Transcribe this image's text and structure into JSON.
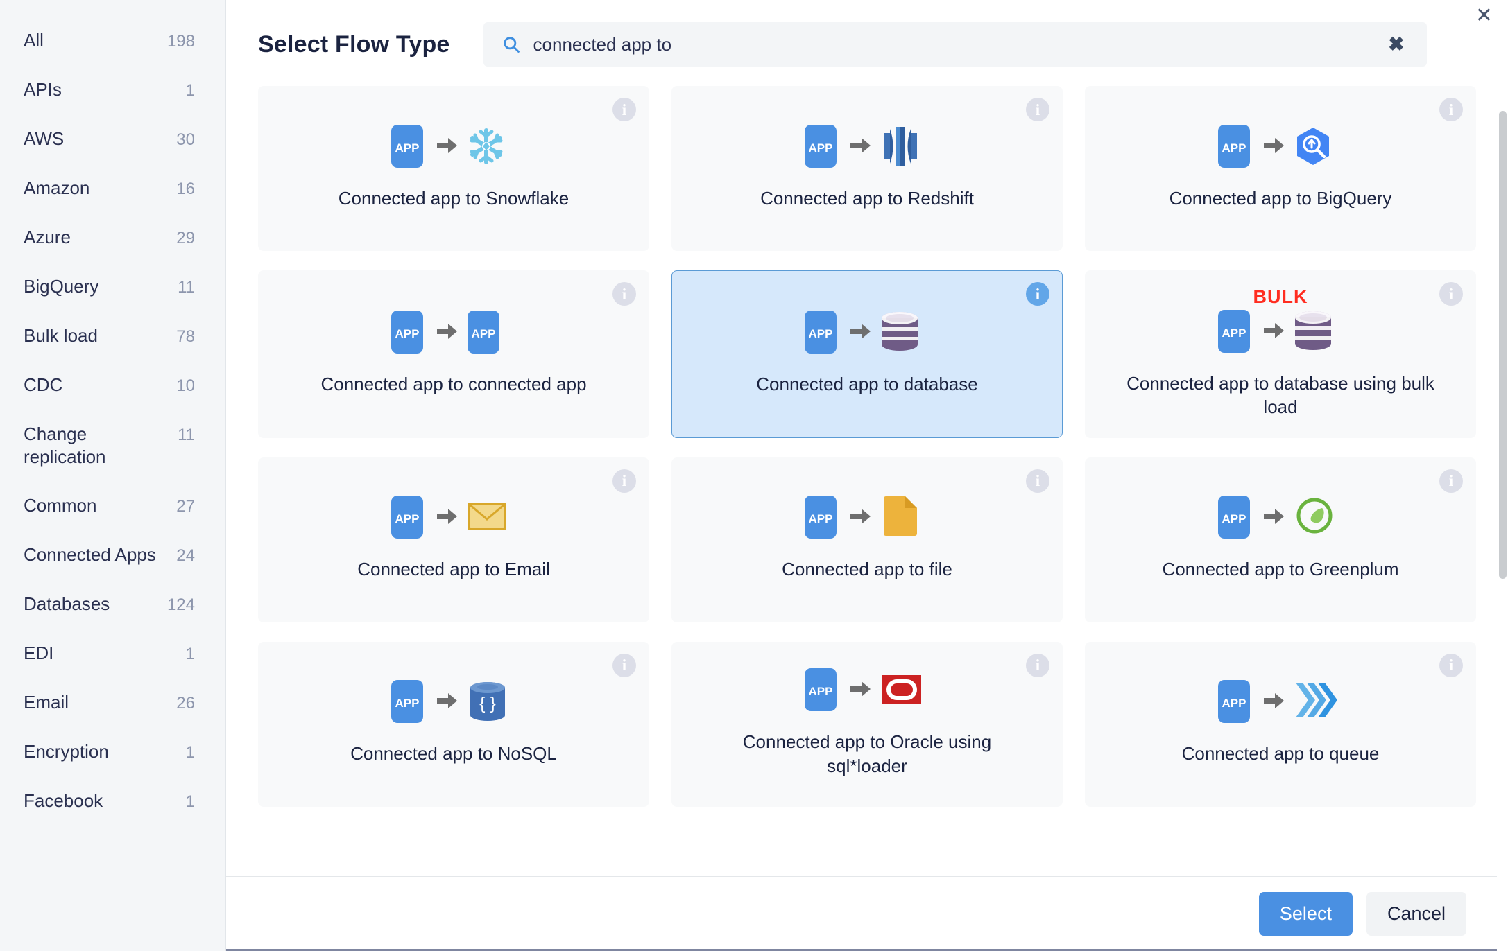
{
  "dialog": {
    "title": "Select Flow Type",
    "close_icon": "close-icon"
  },
  "search": {
    "icon": "search-icon",
    "value": "connected app to",
    "placeholder": "",
    "clear_icon": "×",
    "clear_glyph": "✖"
  },
  "sidebar": {
    "items": [
      {
        "label": "All",
        "count": "198"
      },
      {
        "label": "APIs",
        "count": "1"
      },
      {
        "label": "AWS",
        "count": "30"
      },
      {
        "label": "Amazon",
        "count": "16"
      },
      {
        "label": "Azure",
        "count": "29"
      },
      {
        "label": "BigQuery",
        "count": "11"
      },
      {
        "label": "Bulk load",
        "count": "78"
      },
      {
        "label": "CDC",
        "count": "10"
      },
      {
        "label": "Change replication",
        "count": "11"
      },
      {
        "label": "Common",
        "count": "27"
      },
      {
        "label": "Connected Apps",
        "count": "24"
      },
      {
        "label": "Databases",
        "count": "124"
      },
      {
        "label": "EDI",
        "count": "1"
      },
      {
        "label": "Email",
        "count": "26"
      },
      {
        "label": "Encryption",
        "count": "1"
      },
      {
        "label": "Facebook",
        "count": "1"
      }
    ]
  },
  "grid": {
    "info_glyph": "i",
    "cards": [
      {
        "label": "Connected app to Snowflake",
        "icon": "app-to-snowflake-icon",
        "target": "snowflake",
        "selected": false,
        "tag": ""
      },
      {
        "label": "Connected app to Redshift",
        "icon": "app-to-redshift-icon",
        "target": "redshift",
        "selected": false,
        "tag": ""
      },
      {
        "label": "Connected app to BigQuery",
        "icon": "app-to-bigquery-icon",
        "target": "bigquery",
        "selected": false,
        "tag": ""
      },
      {
        "label": "Connected app to connected app",
        "icon": "app-to-app-icon",
        "target": "app",
        "selected": false,
        "tag": ""
      },
      {
        "label": "Connected app to database",
        "icon": "app-to-database-icon",
        "target": "database",
        "selected": true,
        "tag": ""
      },
      {
        "label": "Connected app to database using bulk load",
        "icon": "app-to-database-bulk-icon",
        "target": "database",
        "selected": false,
        "tag": "BULK"
      },
      {
        "label": "Connected app to Email",
        "icon": "app-to-email-icon",
        "target": "email",
        "selected": false,
        "tag": ""
      },
      {
        "label": "Connected app to file",
        "icon": "app-to-file-icon",
        "target": "file",
        "selected": false,
        "tag": ""
      },
      {
        "label": "Connected app to Greenplum",
        "icon": "app-to-greenplum-icon",
        "target": "greenplum",
        "selected": false,
        "tag": ""
      },
      {
        "label": "Connected app to NoSQL",
        "icon": "app-to-nosql-icon",
        "target": "nosql",
        "selected": false,
        "tag": ""
      },
      {
        "label": "Connected app to Oracle using sql*loader",
        "icon": "app-to-oracle-icon",
        "target": "oracle",
        "selected": false,
        "tag": ""
      },
      {
        "label": "Connected app to queue",
        "icon": "app-to-queue-icon",
        "target": "queue",
        "selected": false,
        "tag": ""
      }
    ]
  },
  "footer": {
    "select_label": "Select",
    "cancel_label": "Cancel"
  },
  "colors": {
    "accent": "#4a90e2",
    "app_blue": "#4a90e2",
    "selected_bg": "#d6e8fb",
    "selected_border": "#5b9bd5",
    "bulk_red": "#ff2d20",
    "card_bg": "#f8f9fa",
    "sidebar_bg": "#f4f6f8",
    "text": "#1b2340",
    "muted": "#8d96ad"
  }
}
